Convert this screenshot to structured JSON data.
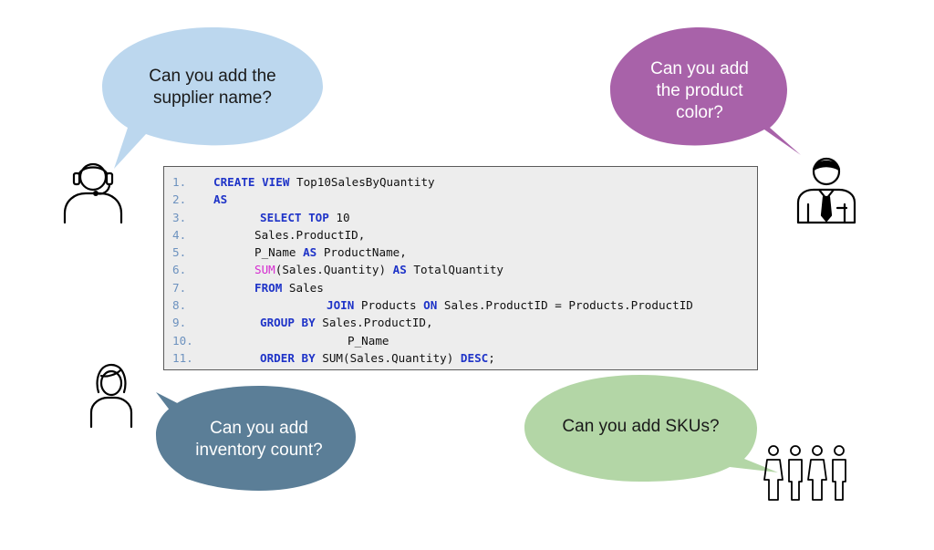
{
  "bubbles": {
    "supplier": {
      "line1": "Can you add the",
      "line2": "supplier name?"
    },
    "color": {
      "line1": "Can you add",
      "line2": "the product",
      "line3": "color?"
    },
    "inventory": {
      "line1": "Can you add",
      "line2": "inventory count?"
    },
    "skus": {
      "line1": "Can you add SKUs?"
    }
  },
  "colors": {
    "supplier_bubble": "#bcd7ee",
    "color_bubble": "#a862a9",
    "inventory_bubble": "#5b7e97",
    "skus_bubble": "#b3d6a6",
    "keyword": "#1f34c8",
    "function": "#d52bd0",
    "line_number": "#6d92bf"
  },
  "code": {
    "lines": [
      {
        "num": "1.",
        "indent": 1,
        "tokens": [
          {
            "t": "CREATE VIEW",
            "c": "kw"
          },
          {
            "t": " Top10SalesByQuantity"
          }
        ]
      },
      {
        "num": "2.",
        "indent": 1,
        "tokens": [
          {
            "t": "AS",
            "c": "kw"
          }
        ]
      },
      {
        "num": "3.",
        "indent": 2,
        "tokens": [
          {
            "t": "SELECT TOP",
            "c": "kw"
          },
          {
            "t": " 10"
          }
        ]
      },
      {
        "num": "4.",
        "indent": 3,
        "tokens": [
          {
            "t": "Sales.ProductID,"
          }
        ]
      },
      {
        "num": "5.",
        "indent": 3,
        "tokens": [
          {
            "t": "P_Name "
          },
          {
            "t": "AS",
            "c": "kw"
          },
          {
            "t": " ProductName,"
          }
        ]
      },
      {
        "num": "6.",
        "indent": 3,
        "tokens": [
          {
            "t": "SUM",
            "c": "fn"
          },
          {
            "t": "(Sales.Quantity) "
          },
          {
            "t": "AS",
            "c": "kw"
          },
          {
            "t": " TotalQuantity"
          }
        ]
      },
      {
        "num": "7.",
        "indent": 3,
        "tokens": [
          {
            "t": "FROM",
            "c": "kw"
          },
          {
            "t": " Sales"
          }
        ]
      },
      {
        "num": "8.",
        "indent": 4,
        "tokens": [
          {
            "t": "JOIN",
            "c": "kw"
          },
          {
            "t": " Products "
          },
          {
            "t": "ON",
            "c": "kw"
          },
          {
            "t": " Sales.ProductID = Products.ProductID"
          }
        ]
      },
      {
        "num": "9.",
        "indent": 2,
        "tokens": [
          {
            "t": "GROUP BY",
            "c": "kw"
          },
          {
            "t": " Sales.ProductID,"
          }
        ]
      },
      {
        "num": "10.",
        "indent": 5,
        "tokens": [
          {
            "t": "P_Name"
          }
        ]
      },
      {
        "num": "11.",
        "indent": 2,
        "tokens": [
          {
            "t": "ORDER BY",
            "c": "kw"
          },
          {
            "t": " SUM(Sales.Quantity) "
          },
          {
            "t": "DESC",
            "c": "kw"
          },
          {
            "t": ";"
          }
        ]
      }
    ]
  }
}
